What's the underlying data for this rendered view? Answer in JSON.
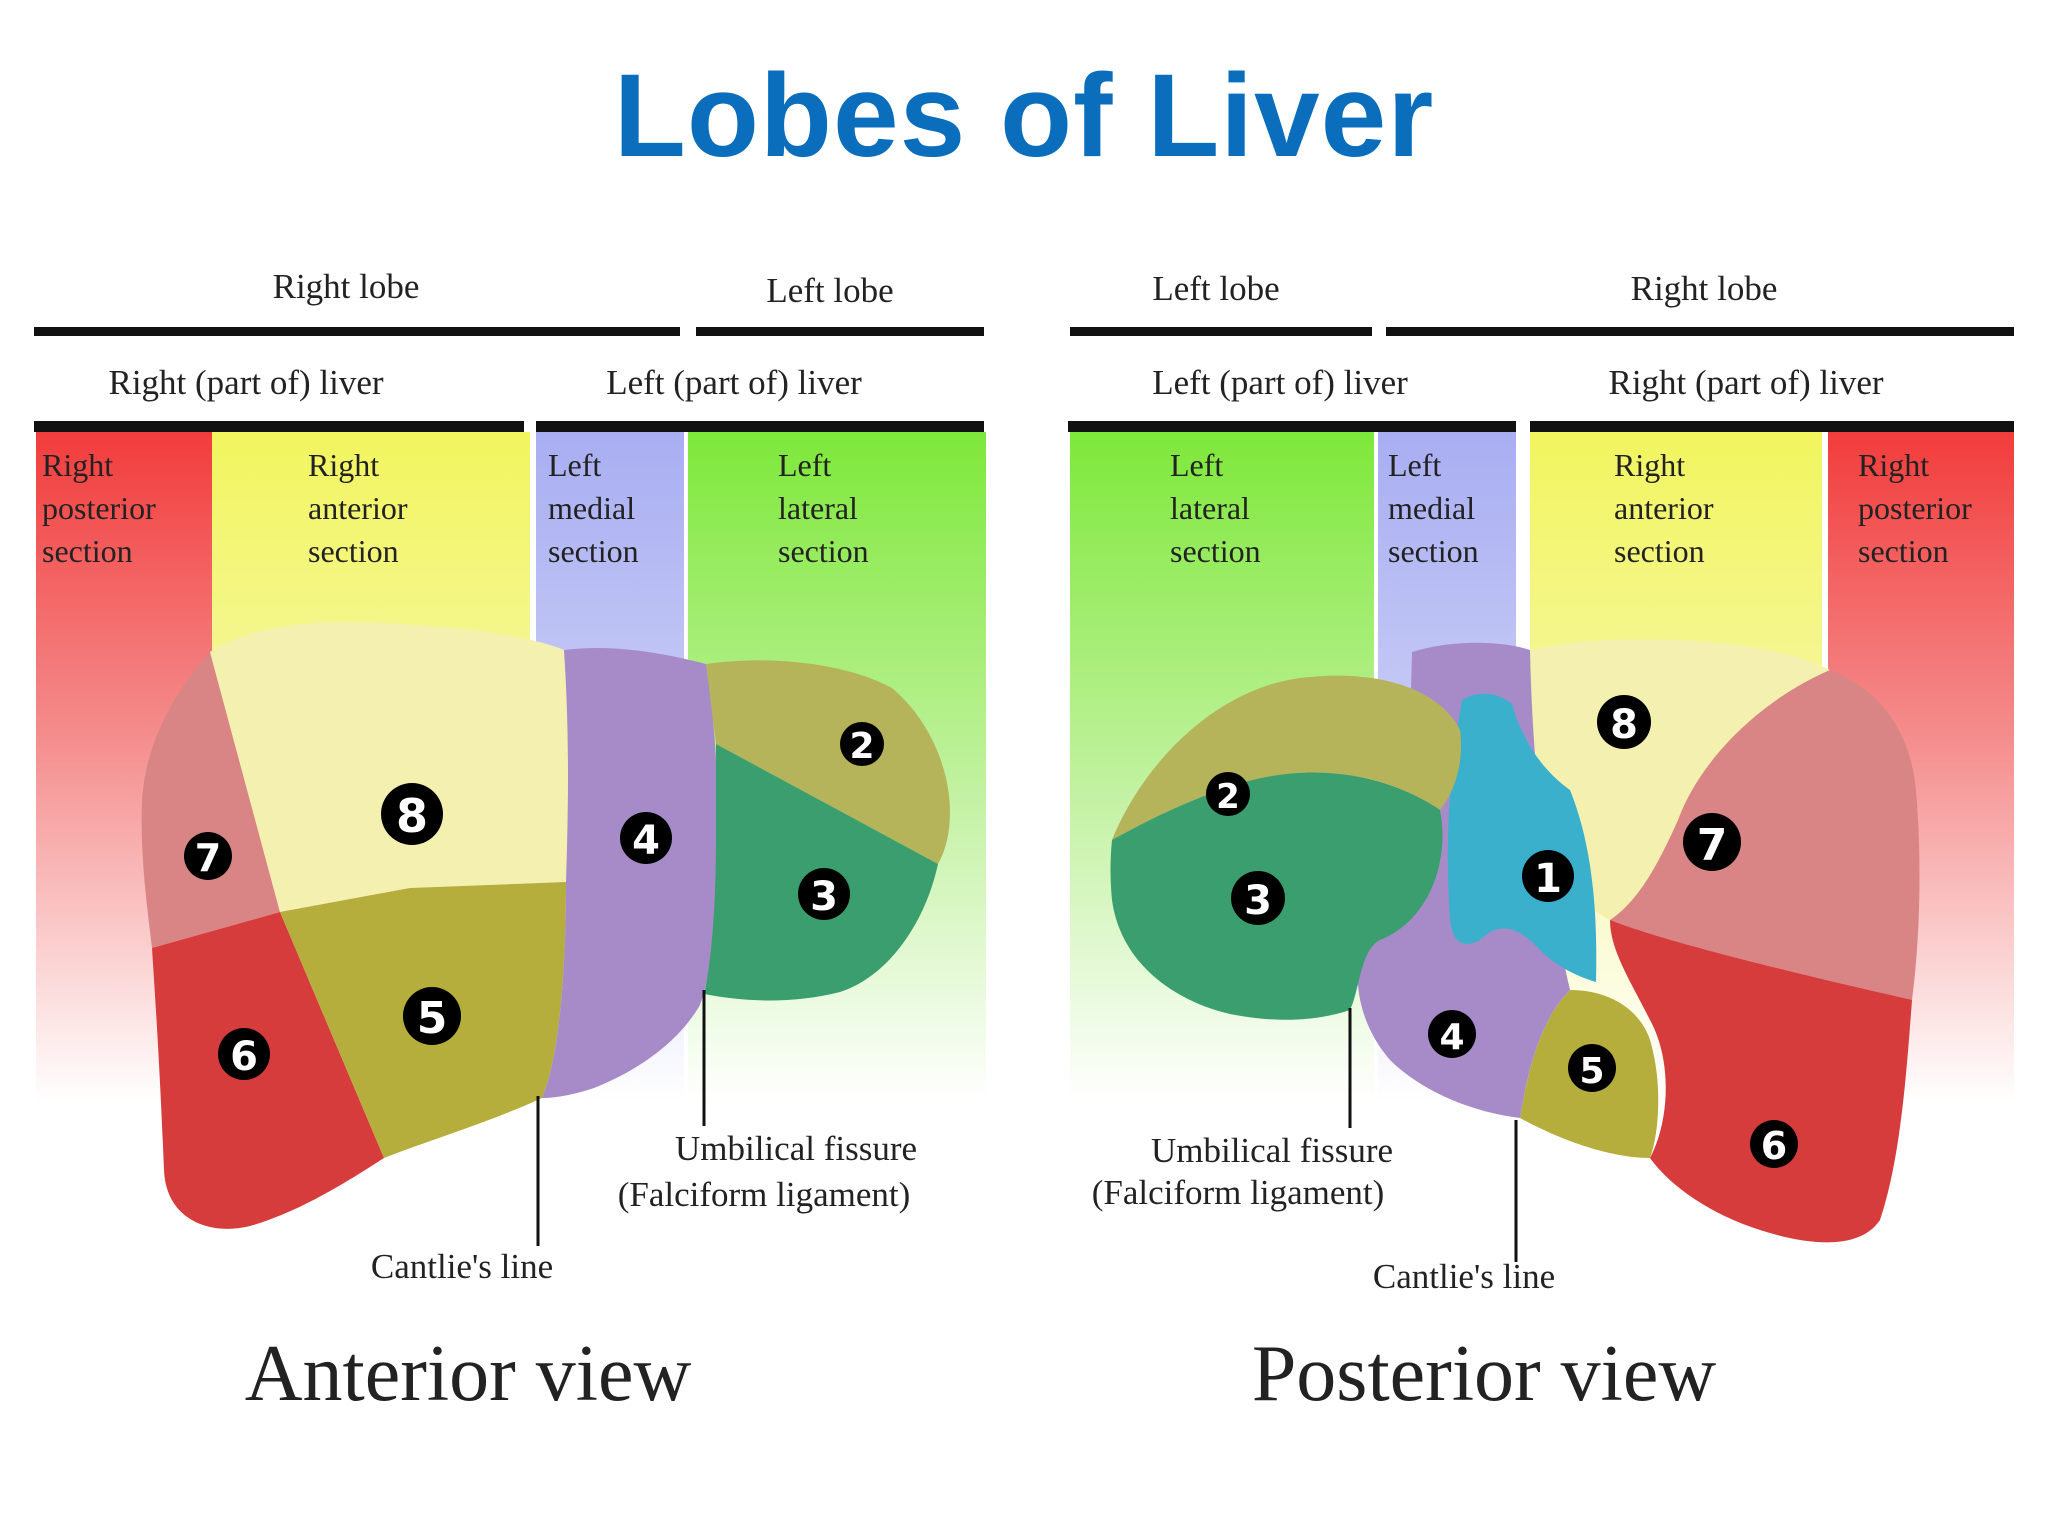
{
  "title": "Lobes of Liver",
  "colors": {
    "title": "#0a6ebd",
    "right_posterior": "#f23c3c",
    "right_anterior": "#f2f55e",
    "left_medial": "#a8aef2",
    "left_lateral": "#7ee83a",
    "seg1": "#3ab0cc",
    "seg2": "#b5b45a",
    "seg3": "#3a9e6e",
    "seg4": "#a78bc9",
    "seg5": "#b5ad3c",
    "seg6": "#d63c3c",
    "seg7": "#d98585",
    "seg8": "#f4f1b0"
  },
  "anterior": {
    "lobe_right": "Right lobe",
    "lobe_left": "Left lobe",
    "part_right": "Right (part of) liver",
    "part_left": "Left (part of) liver",
    "sections": {
      "right_posterior": [
        "Right",
        "posterior",
        "section"
      ],
      "right_anterior": [
        "Right",
        "anterior",
        "section"
      ],
      "left_medial": [
        "Left",
        "medial",
        "section"
      ],
      "left_lateral": [
        "Left",
        "lateral",
        "section"
      ]
    },
    "segments": [
      "2",
      "3",
      "4",
      "5",
      "6",
      "7",
      "8"
    ],
    "umbilical_1": "Umbilical fissure",
    "umbilical_2": "(Falciform ligament)",
    "cantlie": "Cantlie's line",
    "view": "Anterior view"
  },
  "posterior": {
    "lobe_left": "Left lobe",
    "lobe_right": "Right lobe",
    "part_left": "Left (part of) liver",
    "part_right": "Right (part of) liver",
    "sections": {
      "left_lateral": [
        "Left",
        "lateral",
        "section"
      ],
      "left_medial": [
        "Left",
        "medial",
        "section"
      ],
      "right_anterior": [
        "Right",
        "anterior",
        "section"
      ],
      "right_posterior": [
        "Right",
        "posterior",
        "section"
      ]
    },
    "segments": [
      "1",
      "2",
      "3",
      "4",
      "5",
      "6",
      "7",
      "8"
    ],
    "umbilical_1": "Umbilical fissure",
    "umbilical_2": "(Falciform ligament)",
    "cantlie": "Cantlie's line",
    "view": "Posterior view"
  }
}
